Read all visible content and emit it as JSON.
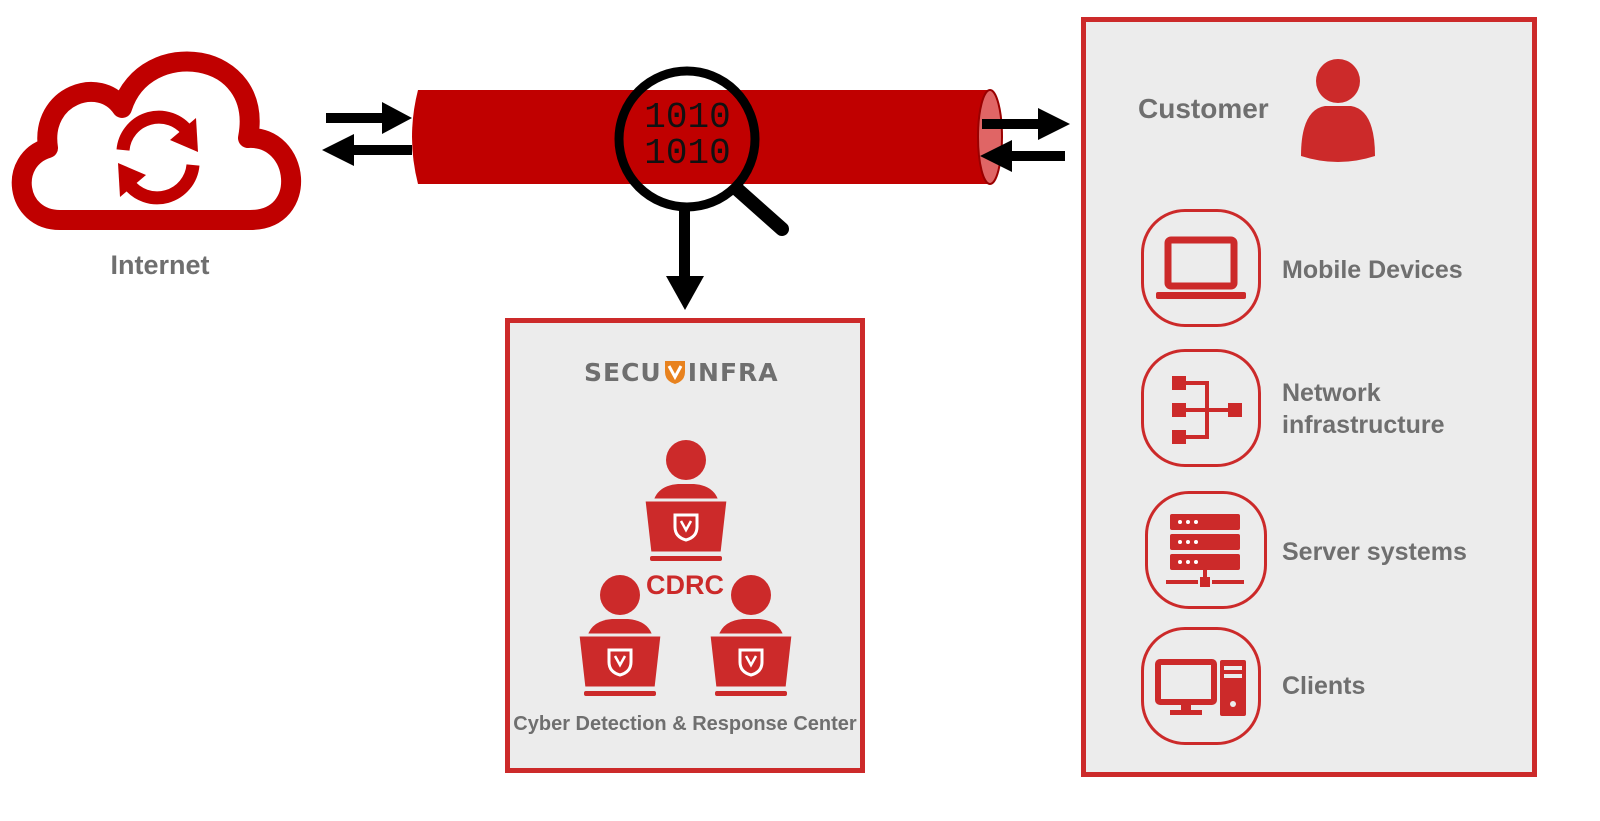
{
  "internet": {
    "label": "Internet"
  },
  "pipe": {
    "bits": [
      "1010",
      "1010"
    ]
  },
  "soc": {
    "logo": {
      "left": "SECU",
      "right": "INFRA"
    },
    "center_label": "CDRC",
    "caption": "Cyber Detection & Response Center"
  },
  "customer": {
    "title": "Customer",
    "items": [
      {
        "label_lines": [
          "Mobile Devices"
        ],
        "icon": "laptop-icon"
      },
      {
        "label_lines": [
          "Network",
          "infrastructure"
        ],
        "icon": "network-icon"
      },
      {
        "label_lines": [
          "Server systems"
        ],
        "icon": "server-icon"
      },
      {
        "label_lines": [
          "Clients"
        ],
        "icon": "desktop-icon"
      }
    ]
  },
  "colors": {
    "accent": "#c00000",
    "icon_red": "#cc2a2a",
    "panel_bg": "#ececec",
    "text_gray": "#6f6f6f",
    "logo_orange": "#e8821e"
  }
}
